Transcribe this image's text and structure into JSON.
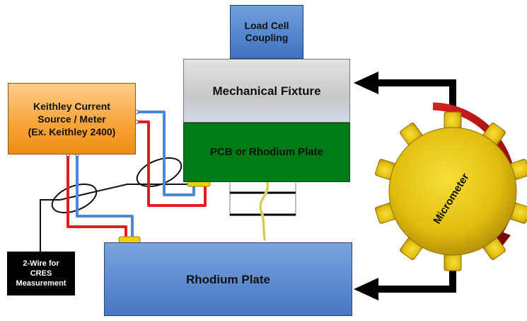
{
  "labels": {
    "load_cell": [
      "Load Cell",
      "Coupling"
    ],
    "mechanical_fixture": "Mechanical Fixture",
    "pcb_plate": "PCB or Rhodium Plate",
    "keithley": [
      "Keithley Current",
      "Source / Meter",
      "(Ex. Keithley 2400)"
    ],
    "rhodium_plate": "Rhodium Plate",
    "cres": [
      "2-Wire for",
      "CRES",
      "Measurement"
    ],
    "micrometer": "Micrometer"
  },
  "colors": {
    "keithley_orange": "#f7a63c",
    "plate_blue": "#4677c4",
    "pcb_green": "#007a14",
    "gear_gold": "#e8c411",
    "rotation_arrow_red": "#b01010",
    "wire_red": "#e31b23",
    "wire_blue": "#4b88d8",
    "wire_black": "#111111",
    "connector_yellow": "#f0d000"
  },
  "icons": [
    "micrometer-gear-icon",
    "rotation-arrow-icon",
    "push-arrow-icon"
  ]
}
